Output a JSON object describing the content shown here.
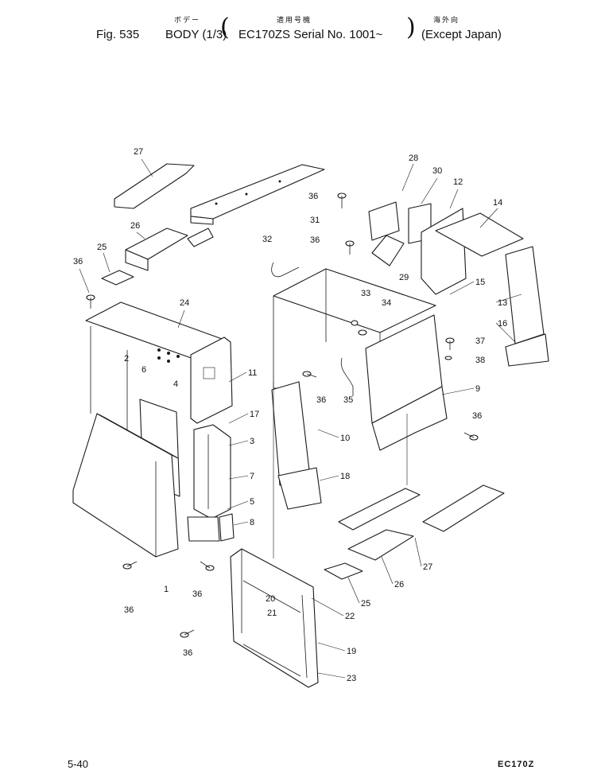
{
  "header": {
    "jp_name": "ボデー",
    "jp_applicable": "適用号機",
    "jp_overseas": "海外向",
    "fig": "Fig. 535",
    "title": "BODY (1/3)",
    "model_serial": "EC170ZS Serial No. 1001~",
    "market": "(Except Japan)"
  },
  "callouts": [
    "27",
    "26",
    "25",
    "36",
    "24",
    "2",
    "6",
    "4",
    "1",
    "36",
    "36",
    "36",
    "11",
    "17",
    "3",
    "7",
    "5",
    "8",
    "36",
    "31",
    "36",
    "32",
    "28",
    "30",
    "12",
    "14",
    "29",
    "15",
    "33",
    "34",
    "13",
    "16",
    "37",
    "38",
    "9",
    "36",
    "35",
    "10",
    "18",
    "36",
    "20",
    "21",
    "22",
    "19",
    "23",
    "25",
    "26",
    "27"
  ],
  "footer": {
    "page": "5-40",
    "model": "EC170Z"
  },
  "colors": {
    "line": "#1a1a1a",
    "paper": "#ffffff"
  }
}
